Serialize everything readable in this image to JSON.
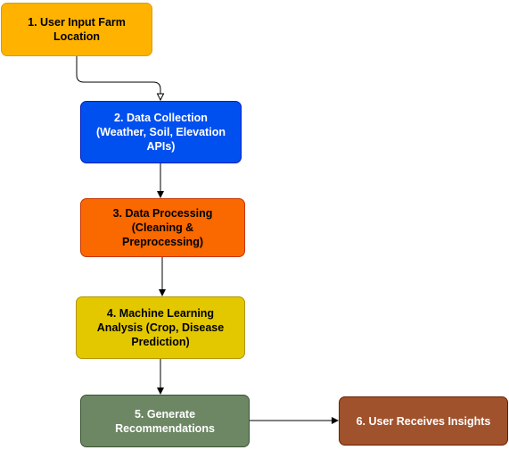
{
  "diagram": {
    "nodes": [
      {
        "id": "n1",
        "label": "1. User Input Farm\nLocation",
        "fill": "#FFB300",
        "stroke": "#D79B00",
        "text_color": "#000000"
      },
      {
        "id": "n2",
        "label": "2. Data Collection\n(Weather, Soil, Elevation\nAPIs)",
        "fill": "#0050EF",
        "stroke": "#001DBC",
        "text_color": "#FFFFFF"
      },
      {
        "id": "n3",
        "label": "3. Data Processing\n(Cleaning &\nPreprocessing)",
        "fill": "#FA6800",
        "stroke": "#C73500",
        "text_color": "#000000"
      },
      {
        "id": "n4",
        "label": "4. Machine Learning\nAnalysis (Crop, Disease\nPrediction)",
        "fill": "#E3C800",
        "stroke": "#B09500",
        "text_color": "#000000"
      },
      {
        "id": "n5",
        "label": "5. Generate\nRecommendations",
        "fill": "#6D8764",
        "stroke": "#3A5431",
        "text_color": "#FFFFFF"
      },
      {
        "id": "n6",
        "label": "6. User Receives Insights",
        "fill": "#A0522D",
        "stroke": "#6D1F00",
        "text_color": "#FFFFFF"
      }
    ],
    "edges": [
      {
        "from": "n1",
        "to": "n2",
        "style": "open-arrow"
      },
      {
        "from": "n2",
        "to": "n3",
        "style": "filled-arrow"
      },
      {
        "from": "n3",
        "to": "n4",
        "style": "filled-arrow"
      },
      {
        "from": "n4",
        "to": "n5",
        "style": "filled-arrow"
      },
      {
        "from": "n5",
        "to": "n6",
        "style": "filled-arrow"
      }
    ]
  }
}
